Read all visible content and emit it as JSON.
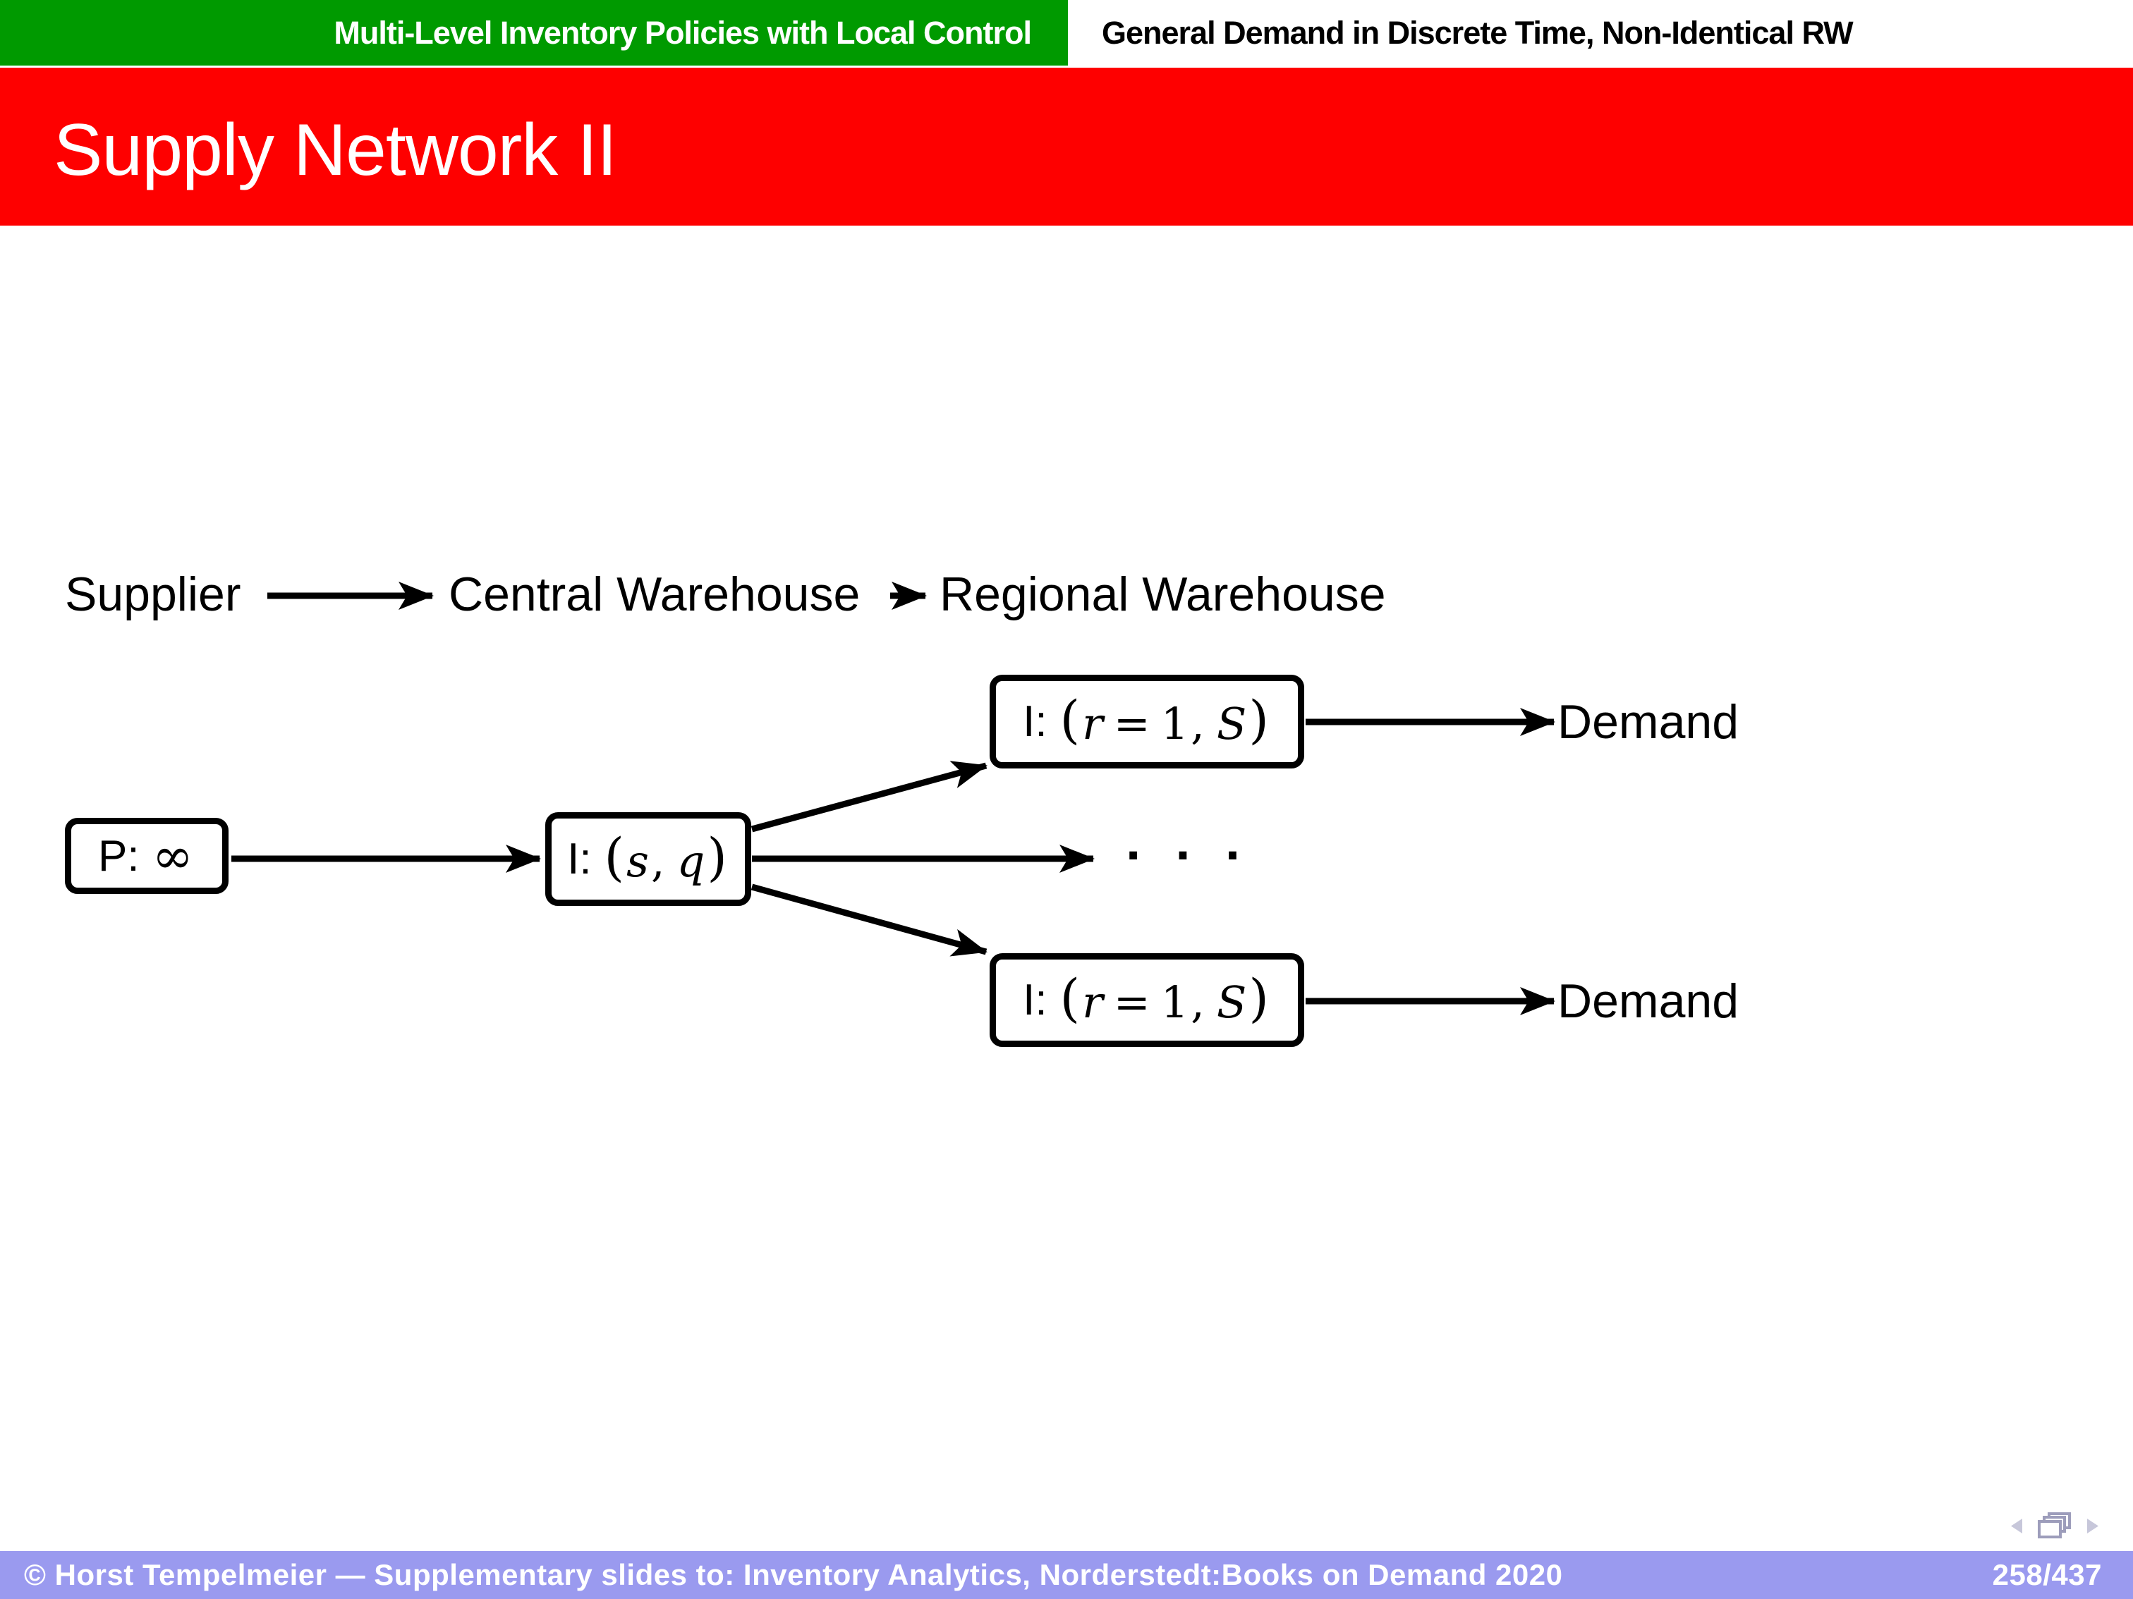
{
  "colors": {
    "header_green": "#009a00",
    "header_text_on_green": "#ffffff",
    "header_text_on_white": "#000000",
    "title_bar_red": "#fe0000",
    "title_text": "#ffffff",
    "footer_bg": "#9a9aef",
    "footer_text": "#ffffff",
    "diagram_ink": "#000000",
    "nav_triangle": "#c7c7da",
    "nav_pages_icon": "#9d9dbb"
  },
  "header": {
    "section_label": "Multi-Level Inventory Policies with Local Control",
    "subsection_label": "General Demand in Discrete Time, Non-Identical RW"
  },
  "title_bar": {
    "title": "Supply Network II"
  },
  "diagram": {
    "echelon_labels": {
      "supplier": "Supplier",
      "central": "Central Warehouse",
      "regional": "Regional Warehouse"
    },
    "nodes": {
      "supplier_node": {
        "prefix": "P:",
        "symbol": "∞"
      },
      "central_node": {
        "prefix": "I:",
        "open": "(",
        "var1": "s",
        "comma": ",",
        "var2": "q",
        "close": ")"
      },
      "regional_node_top": {
        "prefix": "I:",
        "open": "(",
        "var1": "r",
        "equals": "=",
        "value": "1",
        "comma": ",",
        "var2": "S",
        "close": ")"
      },
      "regional_node_bottom": {
        "prefix": "I:",
        "open": "(",
        "var1": "r",
        "equals": "=",
        "value": "1",
        "comma": ",",
        "var2": "S",
        "close": ")"
      }
    },
    "ellipsis": "· · ·",
    "demand_top": "Demand",
    "demand_bottom": "Demand"
  },
  "footer": {
    "copyright": "© Horst Tempelmeier — Supplementary slides to: Inventory Analytics, Norderstedt:Books on Demand 2020",
    "page_indicator": "258/437"
  }
}
